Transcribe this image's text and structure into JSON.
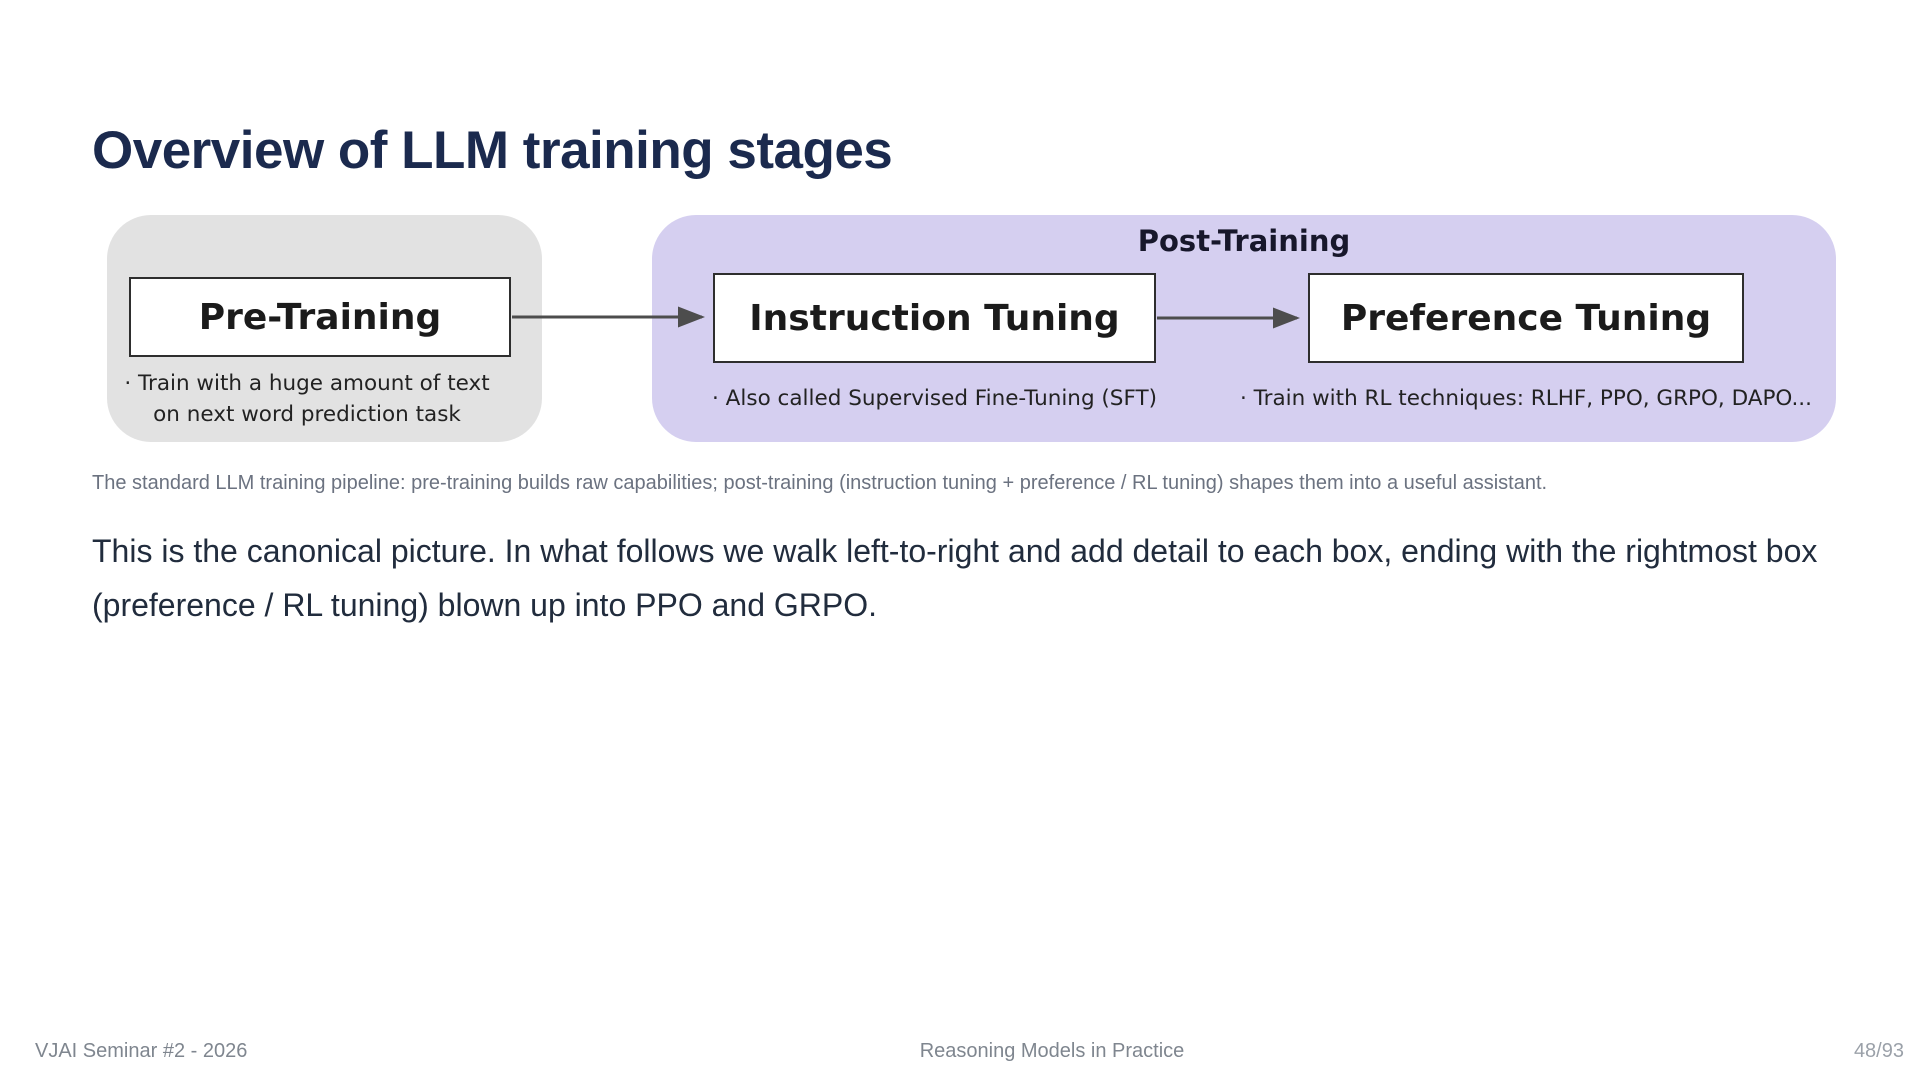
{
  "slide": {
    "title": "Overview of LLM training stages",
    "figure_caption": "The standard LLM training pipeline: pre-training builds raw capabilities; post-training (instruction tuning + preference / RL tuning) shapes them into a useful assistant.",
    "body_paragraph": "This is the canonical picture. In what follows we walk left-to-right and add detail to each box, ending with the rightmost box (preference / RL tuning) blown up into PPO and GRPO."
  },
  "diagram": {
    "pre_training": {
      "label": "Pre-Training",
      "caption_line1": "· Train with a huge amount of text",
      "caption_line2": "on next word prediction task"
    },
    "post_training": {
      "label": "Post-Training",
      "instruction_tuning": {
        "label": "Instruction Tuning",
        "caption": "· Also called Supervised Fine-Tuning (SFT)"
      },
      "preference_tuning": {
        "label": "Preference Tuning",
        "caption": "· Train with RL techniques: RLHF, PPO, GRPO, DAPO..."
      }
    }
  },
  "footer": {
    "left": "VJAI Seminar #2 - 2026",
    "center": "Reasoning Models in Practice",
    "right": "48/93"
  },
  "colors": {
    "title_text": "#1b2a4e",
    "body_text": "#212c3d",
    "pretraining_group_bg": "#e2e2e2",
    "posttraining_group_bg": "#d5cff0",
    "stage_box_bg": "#ffffff",
    "stage_box_border": "#2e2e2e",
    "arrow": "#4d4d4d",
    "figure_caption_text": "#6b7280",
    "footer_text": "#7f868f",
    "page_number_text": "#9ba1a9"
  }
}
